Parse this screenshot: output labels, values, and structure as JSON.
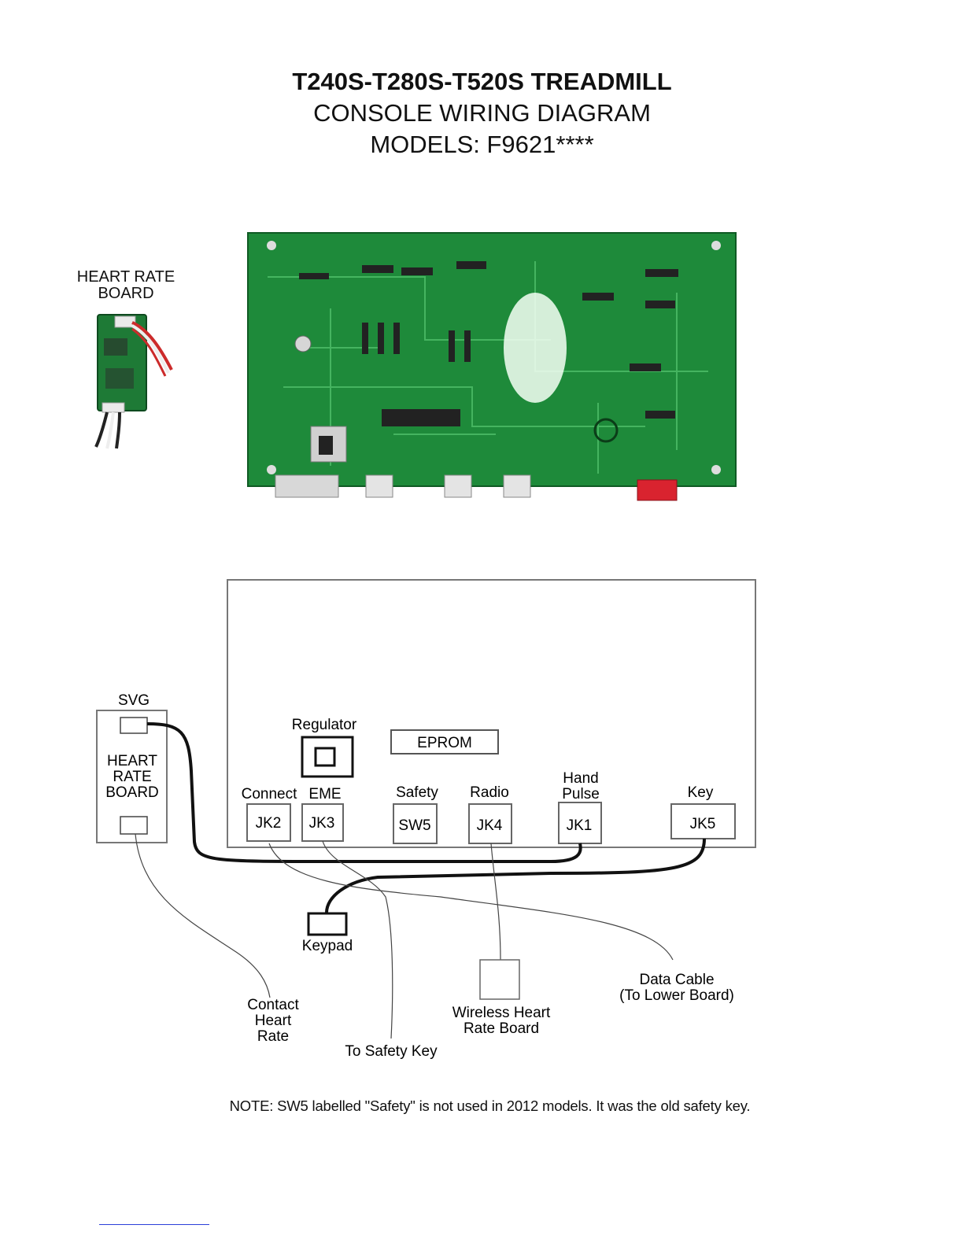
{
  "title": {
    "line1": "T240S-T280S-T520S TREADMILL",
    "line2": "CONSOLE WIRING DIAGRAM",
    "line3": "MODELS: F9621****"
  },
  "photo": {
    "heart_rate_board_caption_line1": "HEART RATE",
    "heart_rate_board_caption_line2": "BOARD"
  },
  "diagram": {
    "svg_label": "SVG",
    "heart_rate_board": [
      "HEART",
      "RATE",
      "BOARD"
    ],
    "regulator": "Regulator",
    "eprom": "EPROM",
    "connectors": [
      {
        "top_lines": [
          "Connect"
        ],
        "id": "JK2"
      },
      {
        "top_lines": [
          "EME"
        ],
        "id": "JK3"
      },
      {
        "top_lines": [
          "Safety"
        ],
        "id": "SW5"
      },
      {
        "top_lines": [
          "Radio"
        ],
        "id": "JK4"
      },
      {
        "top_lines": [
          "Hand",
          "Pulse"
        ],
        "id": "JK1"
      },
      {
        "top_lines": [
          "Key"
        ],
        "id": "JK5"
      }
    ],
    "keypad": "Keypad",
    "contact_heart_rate": [
      "Contact",
      "Heart",
      "Rate"
    ],
    "to_safety_key": "To Safety Key",
    "wireless_heart_rate_board": [
      "Wireless Heart",
      "Rate Board"
    ],
    "data_cable": [
      "Data Cable",
      "(To Lower Board)"
    ]
  },
  "note": "NOTE: SW5 labelled \"Safety\" is not used in 2012 models. It was the old safety key.",
  "colors": {
    "pcb_green": "#1e8a3a",
    "pcb_dark": "#146a2b",
    "connector_red": "#d9232f",
    "link_blue": "#2a3fd8"
  }
}
